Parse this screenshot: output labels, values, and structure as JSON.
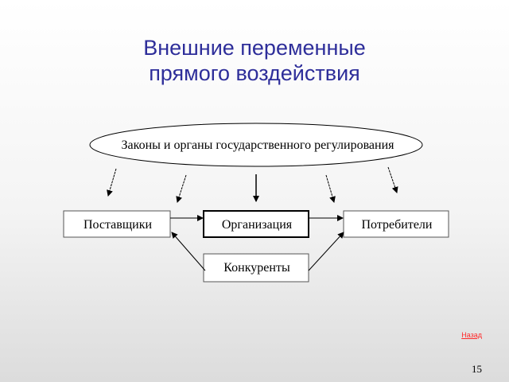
{
  "slide": {
    "title_line1": "Внешние переменные",
    "title_line2": "прямого воздействия",
    "back_link": "Назад",
    "page_number": "15"
  },
  "diagram": {
    "regulation": "Законы и органы государственного регулирования",
    "suppliers": "Поставщики",
    "organization": "Организация",
    "consumers": "Потребители",
    "competitors": "Конкуренты"
  },
  "colors": {
    "title": "#2e2e9a",
    "link": "#ff2a2a"
  }
}
